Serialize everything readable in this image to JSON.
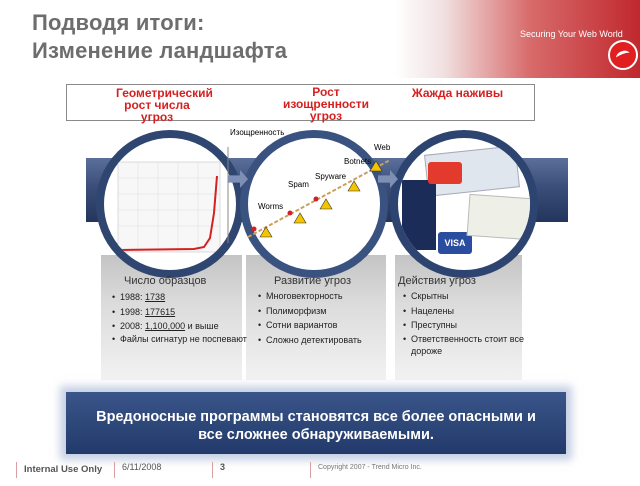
{
  "title": {
    "line1": "Подводя итоги:",
    "line2": "Изменение ландшафта"
  },
  "header": {
    "slogan": "Securing Your Web World"
  },
  "legend": {
    "col1": "Геометрический рост числа угроз",
    "col2": "Рост изощренности угроз",
    "col3": "Жажда наживы"
  },
  "middle": {
    "axis_label": "Изощренность",
    "items": [
      "Web",
      "Botnets",
      "Spyware",
      "Spam",
      "Worms"
    ]
  },
  "panels": {
    "left": {
      "heading": "Число образцов",
      "items": [
        {
          "year": "1988:",
          "value": "1738"
        },
        {
          "year": "1998:",
          "value": "177615"
        },
        {
          "year": "2008:",
          "value": "1,100,000",
          "suffix": "и выше"
        }
      ],
      "last": "Файлы сигнатур не поспевают"
    },
    "middle": {
      "heading": "Развитие угроз",
      "items": [
        "Многовекторность",
        "Полиморфизм",
        "Сотни вариантов",
        "Сложно детектировать"
      ]
    },
    "right": {
      "heading": "Действия угроз",
      "items": [
        "Скрытны",
        "Нацелены",
        "Преступны",
        "Ответственность стоит все дороже"
      ]
    }
  },
  "banner": {
    "text": "Вредоносные программы становятся все более опасными и все сложнее обнаруживаемыми."
  },
  "footer": {
    "classification": "Internal Use Only",
    "date": "6/11/2008",
    "page": "3",
    "copyright": "Copyright 2007 - Trend Micro Inc."
  },
  "colors": {
    "accent_red": "#d62020",
    "navy": "#2f4670",
    "title_gray": "#6d6d6d"
  }
}
